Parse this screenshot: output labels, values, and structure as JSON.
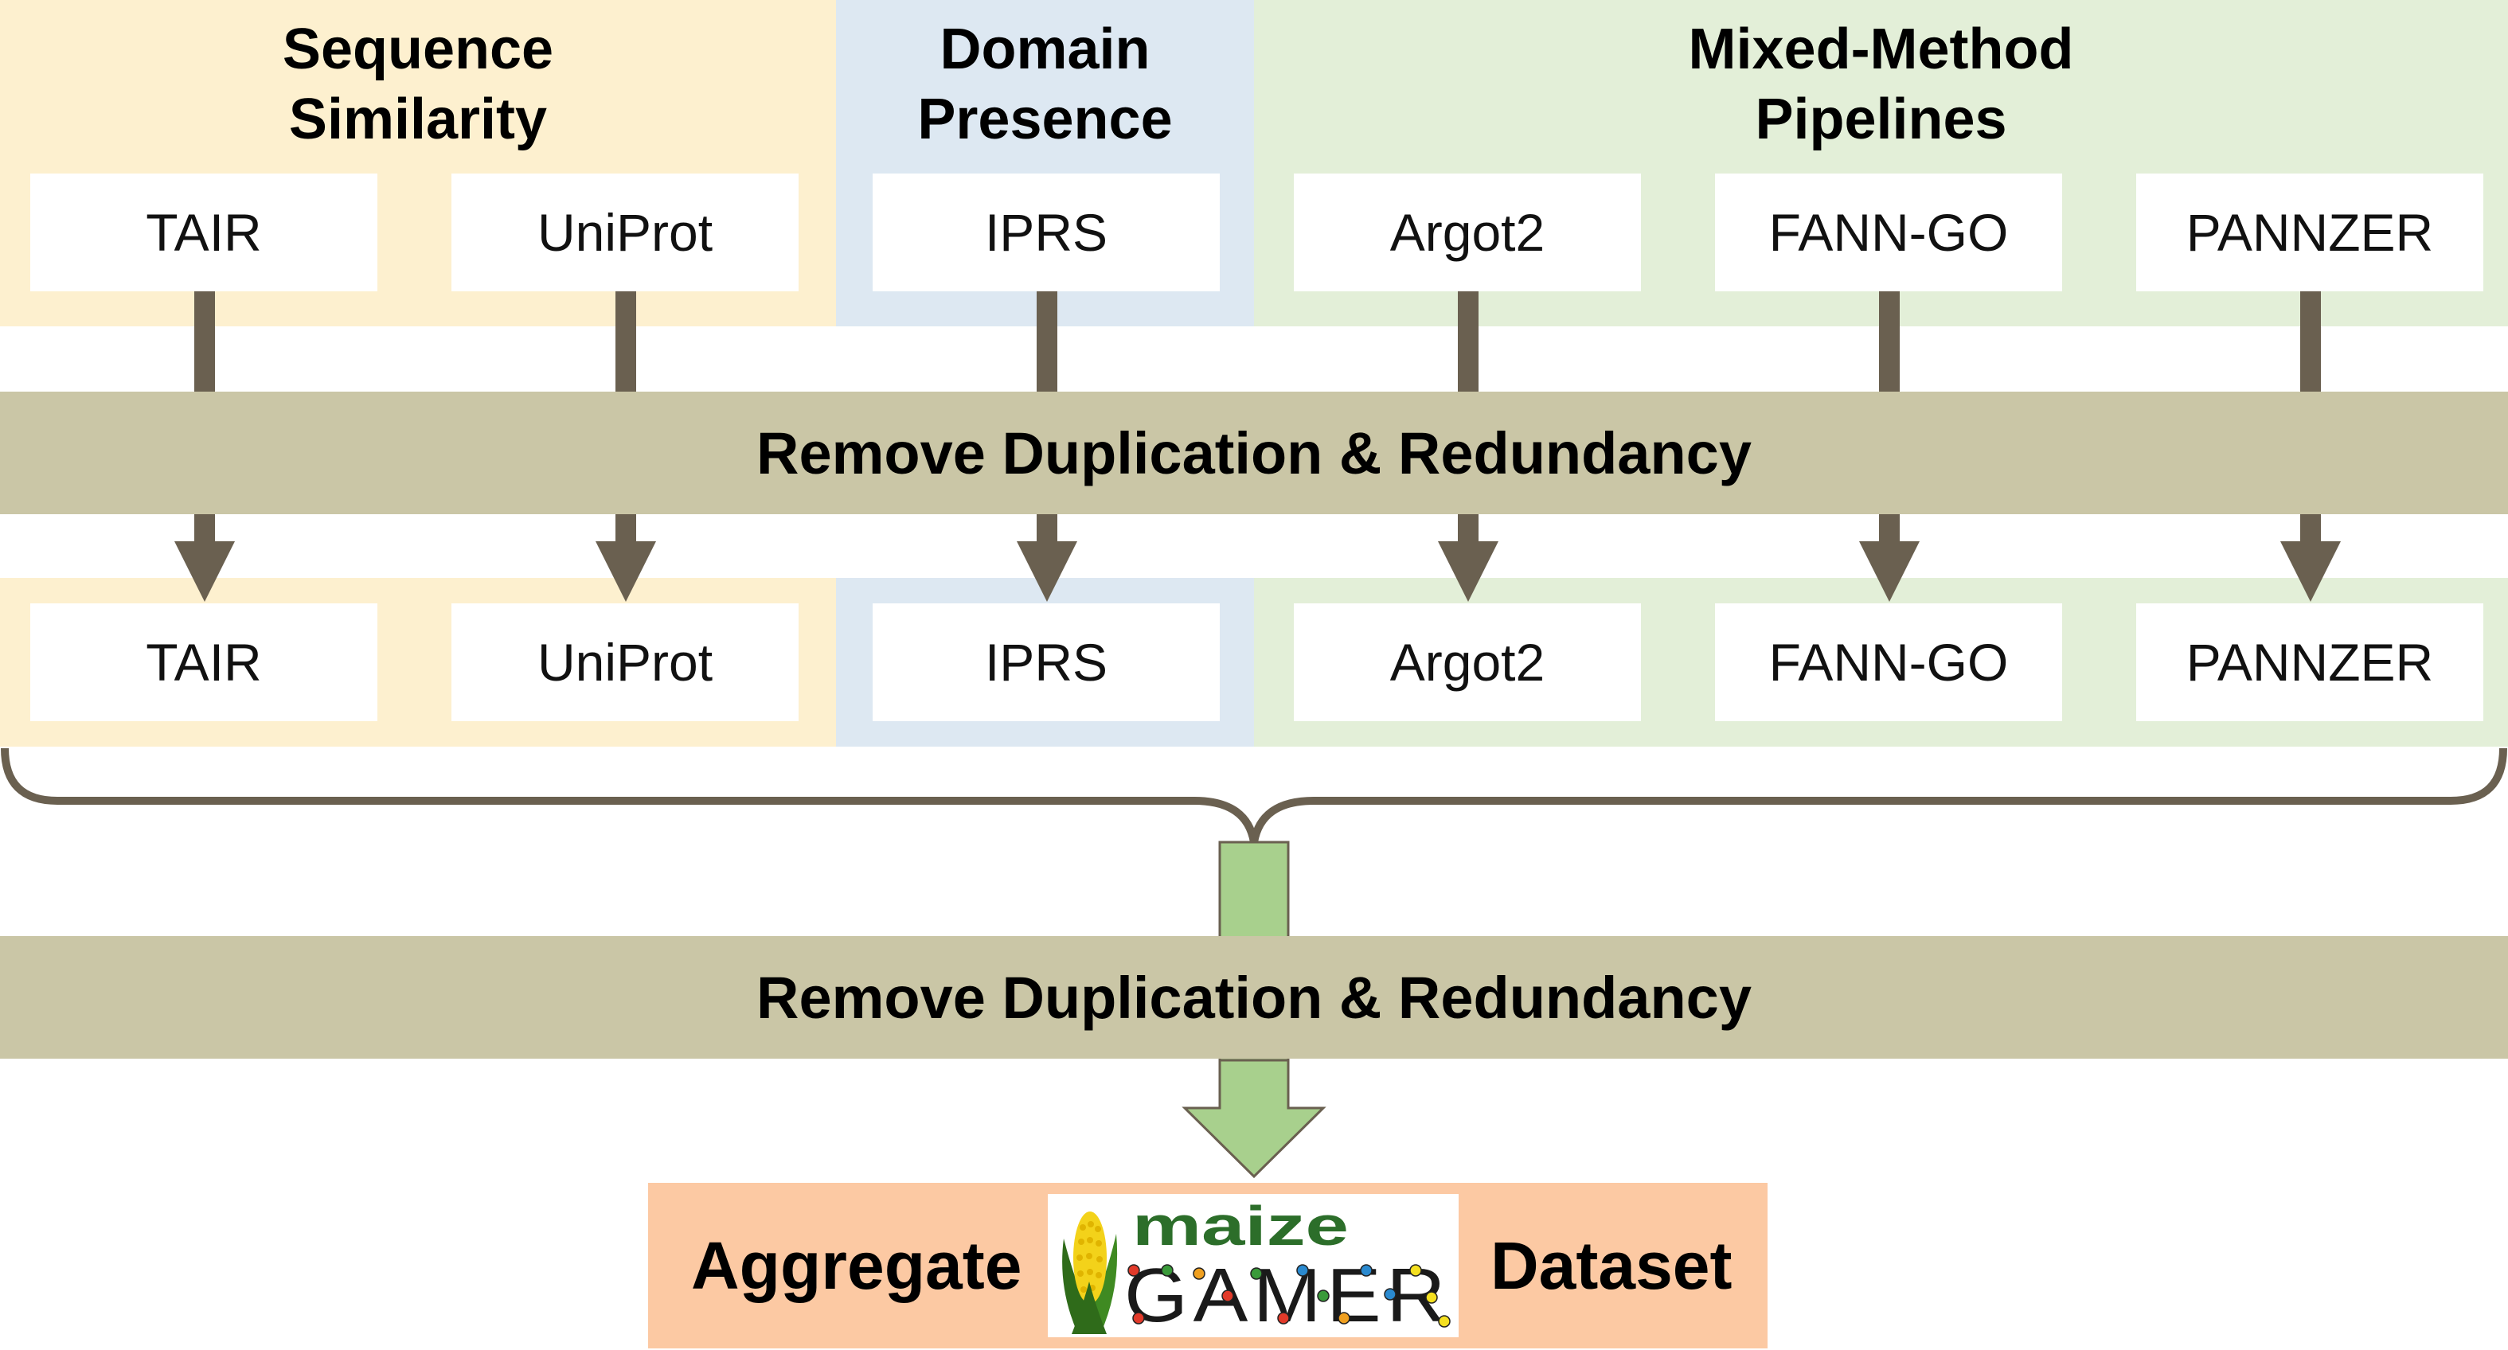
{
  "groups": [
    {
      "title": "Sequence Similarity",
      "line1": "Sequence",
      "line2": "Similarity",
      "color": "#fdf0cf"
    },
    {
      "title": "Domain Presence",
      "line1": "Domain",
      "line2": "Presence",
      "color": "#dde8f2"
    },
    {
      "title": "Mixed-Method Pipelines",
      "line1": "Mixed-Method",
      "line2": "Pipelines",
      "color": "#e3efd8"
    }
  ],
  "sources_top": [
    "TAIR",
    "UniProt",
    "IPRS",
    "Argot2",
    "FANN-GO",
    "PANNZER"
  ],
  "sources_bottom": [
    "TAIR",
    "UniProt",
    "IPRS",
    "Argot2",
    "FANN-GO",
    "PANNZER"
  ],
  "step1": "Remove Duplication & Redundancy",
  "step2": "Remove Duplication & Redundancy",
  "aggregate": {
    "left": "Aggregate",
    "right": "Dataset"
  },
  "logo": {
    "top": "maize",
    "bottom": "GAMER"
  },
  "colors": {
    "connector": "#6a6050",
    "bar": "#cac6a6",
    "green_arrow": "#a8d08d",
    "aggregate_box": "#fcc9a3"
  }
}
